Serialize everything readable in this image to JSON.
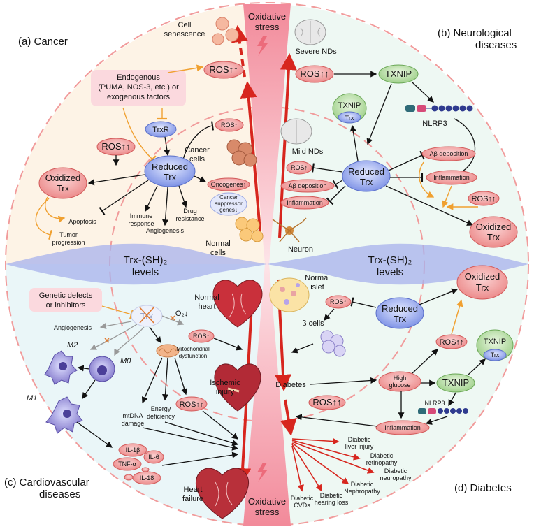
{
  "colors": {
    "red": "#d7261e",
    "orange": "#f0a030",
    "ros_fill": "#f3a5a5",
    "trx_blue": "#6f86e0",
    "txnip_green": "#9fd08a",
    "band": "#8d9ae0"
  },
  "quadrants": {
    "cancer": "(a) Cancer",
    "neuro_line1": "(b) Neurological",
    "neuro_line2": "diseases",
    "cardio_line1": "(c) Cardiovascular",
    "cardio_line2": "diseases",
    "diabetes": "(d) Diabetes"
  },
  "center": {
    "stress_top_1": "Oxidative",
    "stress_top_2": "stress",
    "stress_bottom_1": "Oxidative",
    "stress_bottom_2": "stress",
    "levels_left_1": "Trx-(SH)₂",
    "levels_left_2": "levels",
    "levels_right_1": "Trx-(SH)₂",
    "levels_right_2": "levels"
  },
  "cancer": {
    "cell_senescence_1": "Cell",
    "cell_senescence_2": "senescence",
    "ros_high": "ROS↑↑",
    "factors_1": "Endogenous",
    "factors_2": "(PUMA, NOS-3, etc.) or",
    "factors_3": "exogenous factors",
    "trxr": "TrxR",
    "ros_up": "ROS↑",
    "ros_high_2": "ROS↑↑",
    "cancer_cells_1": "Cancer",
    "cancer_cells_2": "cells",
    "reduced_trx_1": "Reduced",
    "reduced_trx_2": "Trx",
    "oxidized_trx_1": "Oxidized",
    "oxidized_trx_2": "Trx",
    "oncogenes": "Oncogenes↑",
    "suppressor_1": "Cancer",
    "suppressor_2": "suppressor",
    "suppressor_3": "genes↓",
    "apoptosis": "Apoptosis",
    "immune_1": "Immune",
    "immune_2": "response",
    "drug_1": "Drug",
    "drug_2": "resistance",
    "angiogenesis": "Angiogenesis",
    "tumor_1": "Tumor",
    "tumor_2": "progression",
    "normal_cells_1": "Normal",
    "normal_cells_2": "cells"
  },
  "neuro": {
    "severe": "Severe NDs",
    "ros_high": "ROS↑↑",
    "txnip": "TXNIP",
    "txnip_trx_1": "TXNIP",
    "txnip_trx_2": "Trx",
    "nlrp3": "NLRP3",
    "mild": "Mild NDs",
    "ros_up": "ROS↑",
    "abeta": "Aβ deposition",
    "inflammation": "Inflammation",
    "reduced_trx_1": "Reduced",
    "reduced_trx_2": "Trx",
    "abeta_2": "Aβ deposition",
    "inflammation_2": "Inflammation",
    "ros_high_2": "ROS↑↑",
    "oxidized_trx_1": "Oxidized",
    "oxidized_trx_2": "Trx",
    "neuron": "Neuron"
  },
  "cardio": {
    "normal_heart_1": "Normal",
    "normal_heart_2": "heart",
    "genetic_1": "Genetic defects",
    "genetic_2": "or inhibitors",
    "trx": "Trx",
    "angiogenesis": "Angiogenesis",
    "o2": "O₂↓",
    "ros_up": "ROS↑",
    "m2": "M2",
    "m0": "M0",
    "m1": "M1",
    "mito_1": "Mitochondrial",
    "mito_2": "dysfunction",
    "ischemic_1": "Ischemic",
    "ischemic_2": "injury",
    "mtdna_1": "mtDNA",
    "mtdna_2": "damage",
    "energy_1": "Energy",
    "energy_2": "deficiency",
    "ros_high": "ROS↑↑",
    "il1b": "IL-1β",
    "il6": "IL-6",
    "tnfa": "TNF-α",
    "il18": "IL-18",
    "heart_failure_1": "Heart",
    "heart_failure_2": "failure"
  },
  "diabetes": {
    "normal_islet_1": "Normal",
    "normal_islet_2": "islet",
    "ros_up": "ROS↑",
    "reduced_trx_1": "Reduced",
    "reduced_trx_2": "Trx",
    "oxidized_trx_1": "Oxidized",
    "oxidized_trx_2": "Trx",
    "beta_cells": "β cells",
    "ros_high": "ROS↑↑",
    "txnip_trx_1": "TXNIP",
    "txnip_trx_2": "Trx",
    "diabetes": "Diabetes",
    "high_glucose_1": "High",
    "high_glucose_2": "glucose",
    "txnip": "TXNIP",
    "ros_high_2": "ROS↑↑",
    "nlrp3": "NLRP3",
    "inflammation": "Inflammation",
    "liver_1": "Diabetic",
    "liver_2": "liver injury",
    "retino_1": "Diabetic",
    "retino_2": "retinopathy",
    "neuro_1": "Diabetic",
    "neuro_2": "neuropathy",
    "nephro_1": "Diabetic",
    "nephro_2": "Nephropathy",
    "hearing_1": "Diabetic",
    "hearing_2": "hearing loss",
    "cvd_1": "Diabetic",
    "cvd_2": "CVDs"
  }
}
